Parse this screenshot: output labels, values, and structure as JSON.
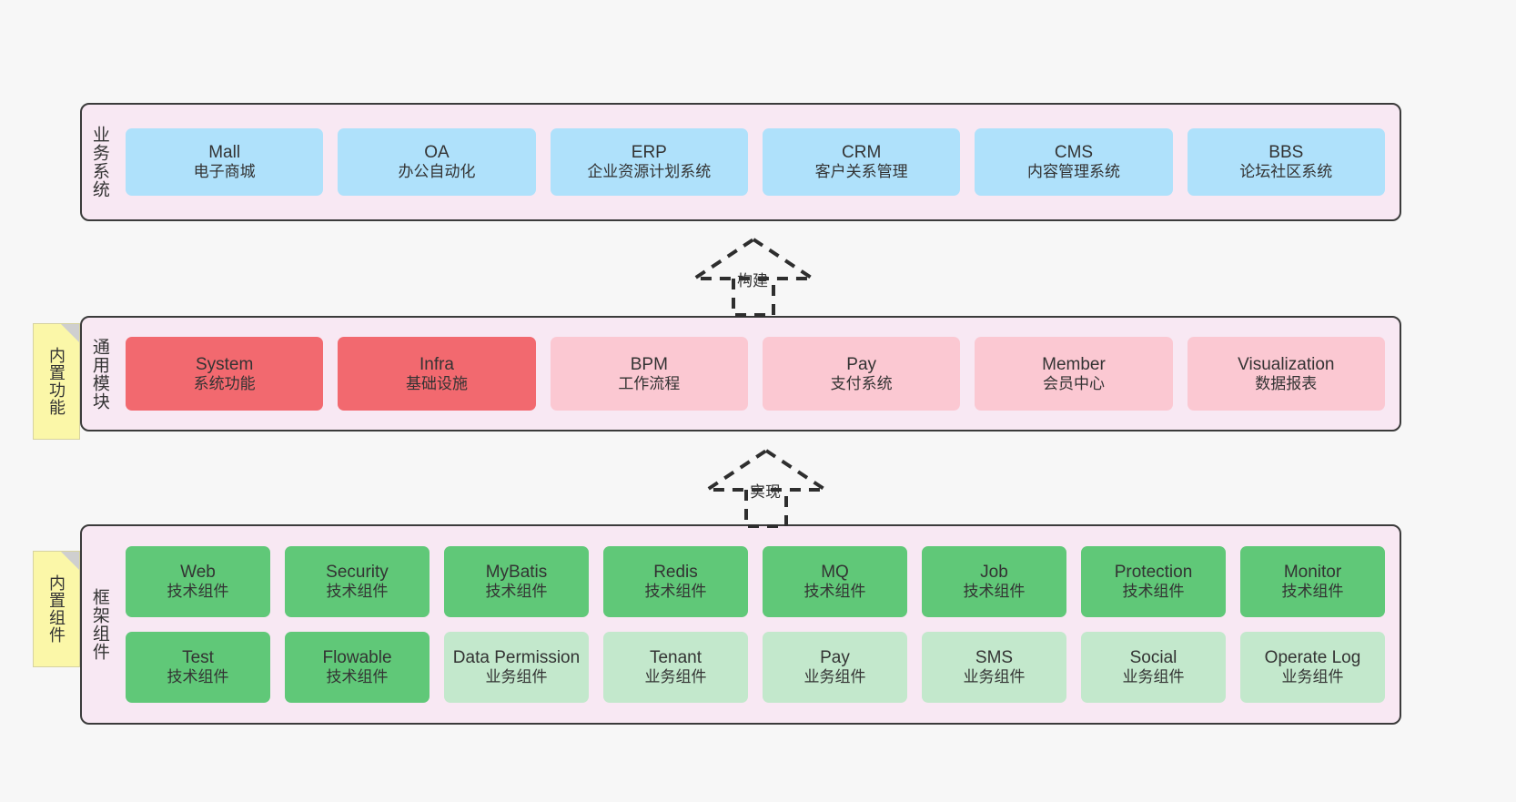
{
  "diagram": {
    "background_color": "#f7f7f7",
    "panel_color": "#f8e8f3",
    "panel_border_color": "#3b3b3b",
    "note_color": "#fbf7a8"
  },
  "notes": [
    {
      "label": "内置功能",
      "name": "builtin-feature-note"
    },
    {
      "label": "内置组件",
      "name": "builtin-component-note"
    }
  ],
  "connectors": [
    {
      "label": "构建",
      "name": "build-arrow",
      "style": "dashed-generalization"
    },
    {
      "label": "实现",
      "name": "implement-arrow",
      "style": "dashed-generalization"
    }
  ],
  "layers": [
    {
      "id": "business-system",
      "title": "业务系统",
      "accent": "#afe1fb",
      "rows": [
        [
          {
            "en": "Mall",
            "cn": "电子商城",
            "kind": "biz"
          },
          {
            "en": "OA",
            "cn": "办公自动化",
            "kind": "biz"
          },
          {
            "en": "ERP",
            "cn": "企业资源计划系统",
            "kind": "biz"
          },
          {
            "en": "CRM",
            "cn": "客户关系管理",
            "kind": "biz"
          },
          {
            "en": "CMS",
            "cn": "内容管理系统",
            "kind": "biz"
          },
          {
            "en": "BBS",
            "cn": "论坛社区系统",
            "kind": "biz"
          }
        ]
      ]
    },
    {
      "id": "common-module",
      "title": "通用模块",
      "accent": "#f2696f",
      "rows": [
        [
          {
            "en": "System",
            "cn": "系统功能",
            "kind": "core"
          },
          {
            "en": "Infra",
            "cn": "基础设施",
            "kind": "core"
          },
          {
            "en": "BPM",
            "cn": "工作流程",
            "kind": "common"
          },
          {
            "en": "Pay",
            "cn": "支付系统",
            "kind": "common"
          },
          {
            "en": "Member",
            "cn": "会员中心",
            "kind": "common"
          },
          {
            "en": "Visualization",
            "cn": "数据报表",
            "kind": "common"
          }
        ]
      ]
    },
    {
      "id": "framework-component",
      "title": "框架组件",
      "accent": "#60c878",
      "rows": [
        [
          {
            "en": "Web",
            "cn": "技术组件",
            "kind": "tech"
          },
          {
            "en": "Security",
            "cn": "技术组件",
            "kind": "tech"
          },
          {
            "en": "MyBatis",
            "cn": "技术组件",
            "kind": "tech"
          },
          {
            "en": "Redis",
            "cn": "技术组件",
            "kind": "tech"
          },
          {
            "en": "MQ",
            "cn": "技术组件",
            "kind": "tech"
          },
          {
            "en": "Job",
            "cn": "技术组件",
            "kind": "tech"
          },
          {
            "en": "Protection",
            "cn": "技术组件",
            "kind": "tech"
          },
          {
            "en": "Monitor",
            "cn": "技术组件",
            "kind": "tech"
          }
        ],
        [
          {
            "en": "Test",
            "cn": "技术组件",
            "kind": "tech"
          },
          {
            "en": "Flowable",
            "cn": "技术组件",
            "kind": "tech"
          },
          {
            "en": "Data Permission",
            "cn": "业务组件",
            "kind": "bizcomp",
            "wrap": true
          },
          {
            "en": "Tenant",
            "cn": "业务组件",
            "kind": "bizcomp"
          },
          {
            "en": "Pay",
            "cn": "业务组件",
            "kind": "bizcomp"
          },
          {
            "en": "SMS",
            "cn": "业务组件",
            "kind": "bizcomp"
          },
          {
            "en": "Social",
            "cn": "业务组件",
            "kind": "bizcomp"
          },
          {
            "en": "Operate Log",
            "cn": "业务组件",
            "kind": "bizcomp"
          }
        ]
      ]
    }
  ]
}
